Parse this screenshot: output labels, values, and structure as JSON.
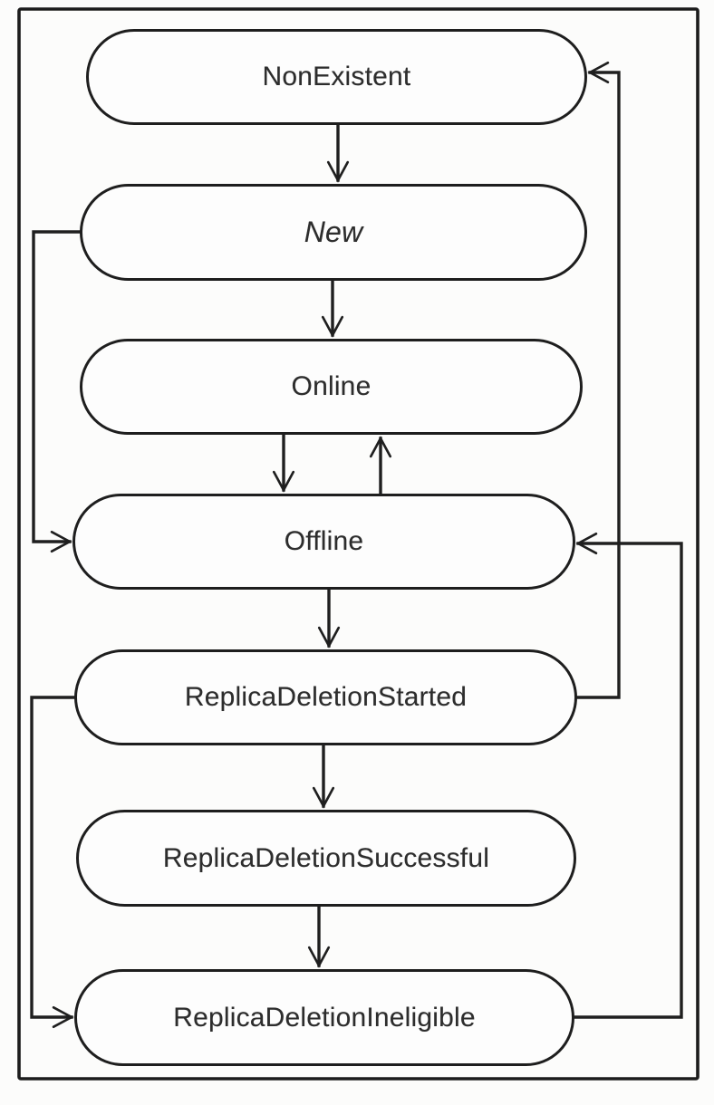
{
  "diagram": {
    "type": "state-transition-flowchart",
    "nodes": [
      {
        "id": "nonexistent",
        "label": "NonExistent",
        "emphasis": "normal"
      },
      {
        "id": "new",
        "label": "New",
        "emphasis": "italic"
      },
      {
        "id": "online",
        "label": "Online",
        "emphasis": "normal"
      },
      {
        "id": "offline",
        "label": "Offline",
        "emphasis": "normal"
      },
      {
        "id": "replica-deletion-started",
        "label": "ReplicaDeletionStarted",
        "emphasis": "normal"
      },
      {
        "id": "replica-deletion-successful",
        "label": "ReplicaDeletionSuccessful",
        "emphasis": "normal"
      },
      {
        "id": "replica-deletion-ineligible",
        "label": "ReplicaDeletionIneligible",
        "emphasis": "normal"
      }
    ],
    "edges": [
      {
        "from": "NonExistent",
        "to": "New",
        "route": "straight-down"
      },
      {
        "from": "New",
        "to": "Online",
        "route": "straight-down"
      },
      {
        "from": "Online",
        "to": "Offline",
        "route": "straight-down"
      },
      {
        "from": "Offline",
        "to": "Online",
        "route": "straight-up"
      },
      {
        "from": "Offline",
        "to": "ReplicaDeletionStarted",
        "route": "straight-down"
      },
      {
        "from": "ReplicaDeletionStarted",
        "to": "ReplicaDeletionSuccessful",
        "route": "straight-down"
      },
      {
        "from": "ReplicaDeletionSuccessful",
        "to": "ReplicaDeletionIneligible",
        "route": "straight-down"
      },
      {
        "from": "New",
        "to": "Offline",
        "route": "left-loop"
      },
      {
        "from": "ReplicaDeletionStarted",
        "to": "ReplicaDeletionIneligible",
        "route": "left-loop"
      },
      {
        "from": "ReplicaDeletionStarted",
        "to": "NonExistent",
        "route": "right-loop"
      },
      {
        "from": "ReplicaDeletionIneligible",
        "to": "Offline",
        "route": "right-loop"
      }
    ],
    "colors": {
      "line": "#1f1f1f",
      "node_fill": "#fdfdfd",
      "page_background": "#fcfcfb",
      "text": "#2d2d2d"
    }
  }
}
